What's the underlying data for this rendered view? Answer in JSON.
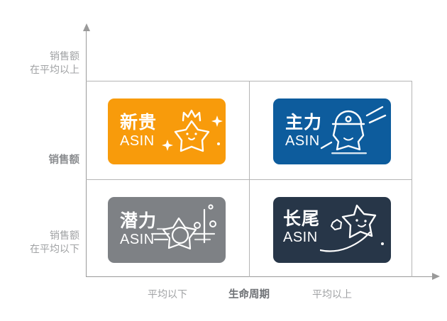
{
  "chart_data": {
    "type": "scatter",
    "title": "",
    "xlabel": "生命周期",
    "ylabel": "销售额",
    "x_tick_labels": [
      "平均以下",
      "平均以上"
    ],
    "y_tick_labels": [
      "销售额\n在平均以上",
      "销售额\n在平均以下"
    ],
    "grid": true,
    "legend": "none",
    "quadrants": [
      {
        "quadrant": "top-left",
        "x": "平均以下",
        "y": "在平均以上",
        "label": "新贵",
        "sublabel": "ASIN",
        "color": "#F89B0B",
        "icon": "crowned-star-icon"
      },
      {
        "quadrant": "top-right",
        "x": "平均以上",
        "y": "在平均以上",
        "label": "主力",
        "sublabel": "ASIN",
        "color": "#0D5C9D",
        "icon": "helmet-star-icon"
      },
      {
        "quadrant": "bottom-left",
        "x": "平均以下",
        "y": "在平均以下",
        "label": "潜力",
        "sublabel": "ASIN",
        "color": "#7E8185",
        "icon": "orbit-star-icon"
      },
      {
        "quadrant": "bottom-right",
        "x": "平均以上",
        "y": "在平均以下",
        "label": "长尾",
        "sublabel": "ASIN",
        "color": "#273648",
        "icon": "swoosh-star-icon"
      }
    ]
  },
  "axes": {
    "y_title": "销售额",
    "y_high": "销售额\n在平均以上",
    "y_low": "销售额\n在平均以下",
    "x_title": "生命周期",
    "x_low": "平均以下",
    "x_high": "平均以上"
  },
  "cards": {
    "new": {
      "title": "新贵",
      "sub": "ASIN",
      "color": "#F89B0B"
    },
    "main": {
      "title": "主力",
      "sub": "ASIN",
      "color": "#0D5C9D"
    },
    "potential": {
      "title": "潜力",
      "sub": "ASIN",
      "color": "#7E8185"
    },
    "tail": {
      "title": "长尾",
      "sub": "ASIN",
      "color": "#273648"
    }
  },
  "colors": {
    "orange": "#F89B0B",
    "blue": "#0D5C9D",
    "gray": "#7E8185",
    "navy": "#273648",
    "axis": "#9a9a9a",
    "grid": "#b5b5b5",
    "label_text": "#a0a2a4",
    "title_text": "#6f7276"
  }
}
